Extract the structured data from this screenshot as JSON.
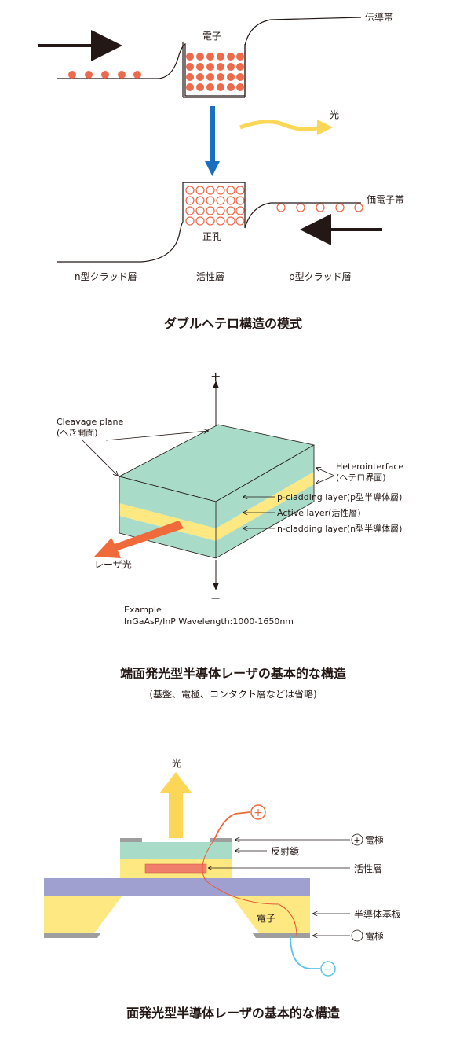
{
  "diagram1": {
    "label_conduction_band": "伝導帯",
    "label_electrons": "電子",
    "label_light": "光",
    "label_valence_band": "価電子帯",
    "label_holes": "正孔",
    "label_n_clad": "n型クラッド層",
    "label_active": "活性層",
    "label_p_clad": "p型クラッド層",
    "caption": "ダブルヘテロ構造の模式"
  },
  "diagram2": {
    "plus": "+",
    "minus": "−",
    "cleavage_en": "Cleavage plane",
    "cleavage_ja": "(へき開面)",
    "hetero_en": "Heterointerface",
    "hetero_ja": "(ヘテロ界面)",
    "p_clad": "p-cladding layer(p型半導体層)",
    "active": "Active layer(活性層)",
    "n_clad": "n-cladding layer(n型半導体層)",
    "laser": "レーザ光",
    "example_title": "Example",
    "example_body": "InGaAsP/InP Wavelength:1000-1650nm",
    "caption": "端面発光型半導体レーザの基本的な構造",
    "subcaption": "(基盤、電極、コンタクト層などは省略)"
  },
  "diagram3": {
    "light": "光",
    "plus": "+",
    "minus": "−",
    "plus_electrode": "電極",
    "mirror": "反射鏡",
    "active": "活性層",
    "substrate": "半導体基板",
    "minus_electrode": "電極",
    "electrons": "電子",
    "caption": "面発光型半導体レーザの基本的な構造"
  },
  "colors": {
    "electron": "#ee6a4c",
    "blue_arrow": "#1b6fc1",
    "light_yellow": "#fcd657",
    "layer_green": "#a8dbc8",
    "layer_yellow": "#fde882",
    "substrate_purple": "#9fa0d0",
    "laser_orange": "#ef6b3c",
    "wire_blue": "#5bc4e6"
  }
}
